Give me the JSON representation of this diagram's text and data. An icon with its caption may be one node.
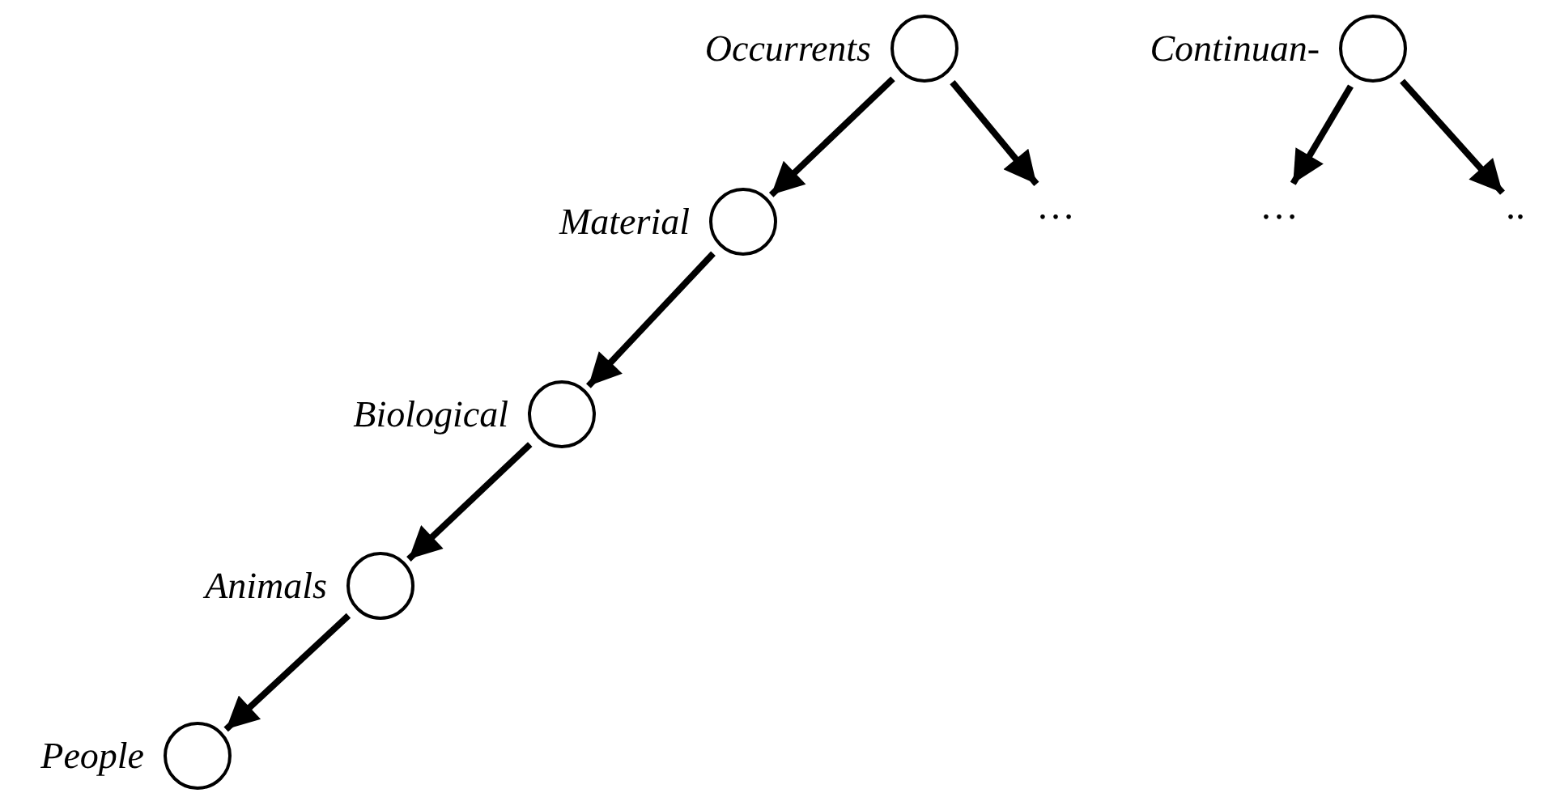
{
  "diagram": {
    "nodes": [
      {
        "text": [],
        "shape": "circle",
        "beside": [
          "Occurrents"
        ]
      },
      {
        "text": [],
        "shape": "circle",
        "beside": [
          "Continuan-"
        ]
      },
      {
        "text": [],
        "shape": "circle",
        "beside": [
          "Material"
        ]
      },
      {
        "text": [
          "…"
        ]
      },
      {
        "text": [
          "…"
        ]
      },
      {
        "text": [
          ".."
        ]
      },
      {
        "text": [],
        "shape": "circle",
        "beside": [
          "Biological"
        ]
      },
      {
        "text": [],
        "shape": "circle",
        "beside": [
          "Animals"
        ]
      },
      {
        "text": [],
        "shape": "circle",
        "beside": [
          "People"
        ]
      }
    ],
    "edges": [
      {
        "from": 0,
        "to": 2,
        "arrow": "to"
      },
      {
        "from": 0,
        "to": 3,
        "arrow": "to"
      },
      {
        "from": 1,
        "to": 4,
        "arrow": "to"
      },
      {
        "from": 1,
        "to": 5,
        "arrow": "to"
      },
      {
        "from": 2,
        "to": 6,
        "arrow": "to"
      },
      {
        "from": 6,
        "to": 7,
        "arrow": "to"
      },
      {
        "from": 7,
        "to": 8,
        "arrow": "to"
      }
    ]
  }
}
